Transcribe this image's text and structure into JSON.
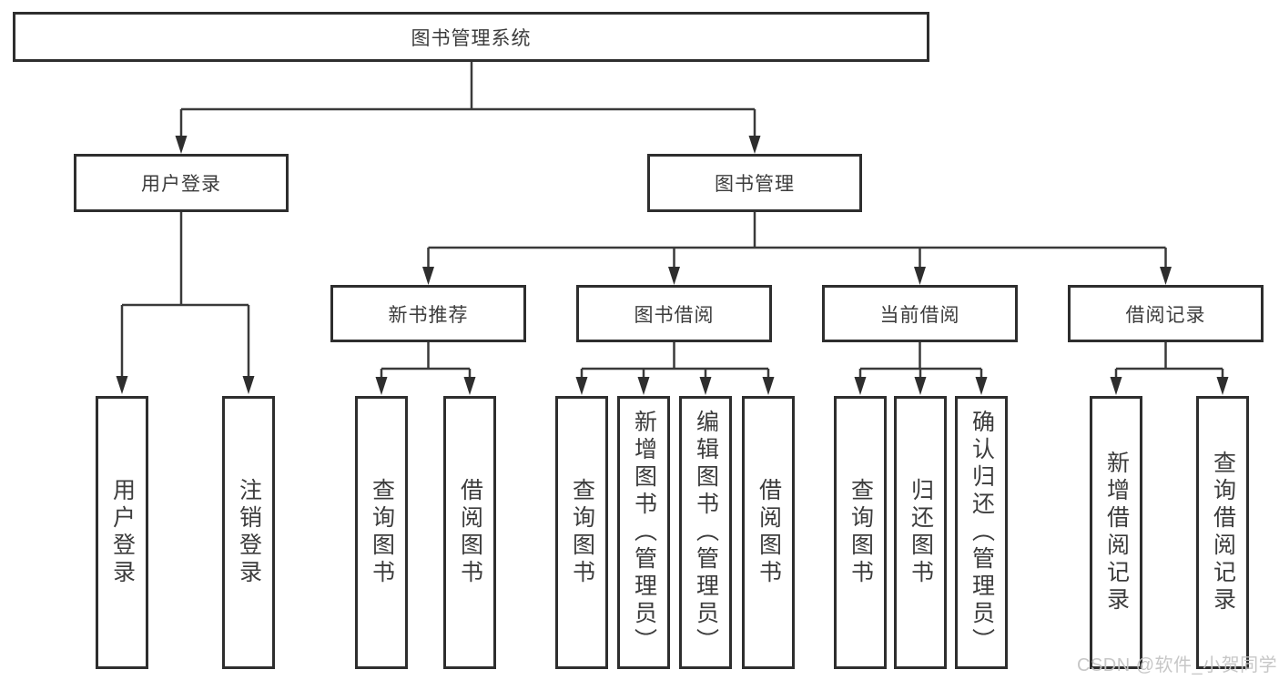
{
  "nodes": {
    "root": "图书管理系统",
    "level2": [
      "用户登录",
      "图书管理"
    ],
    "level3": [
      "新书推荐",
      "图书借阅",
      "当前借阅",
      "借阅记录"
    ],
    "leaves_user": [
      "用户登录",
      "注销登录"
    ],
    "leaves_newbook": [
      "查询图书",
      "借阅图书"
    ],
    "leaves_borrow": [
      "查询图书",
      "新增图书（管理员）",
      "编辑图书（管理员）",
      "借阅图书"
    ],
    "leaves_current": [
      "查询图书",
      "归还图书",
      "确认归还（管理员）"
    ],
    "leaves_records": [
      "新增借阅记录",
      "查询借阅记录"
    ]
  },
  "watermark": {
    "text": "CSDN @软件_小贺同学"
  },
  "colors": {
    "line": "#3a3a3a",
    "arrow": "#2e2e2e",
    "box_border": "#2e2e2e",
    "box_fill": "#ffffff",
    "text": "#3c3c3c",
    "watermark": "#c4c4c4",
    "background": "#ffffff"
  }
}
